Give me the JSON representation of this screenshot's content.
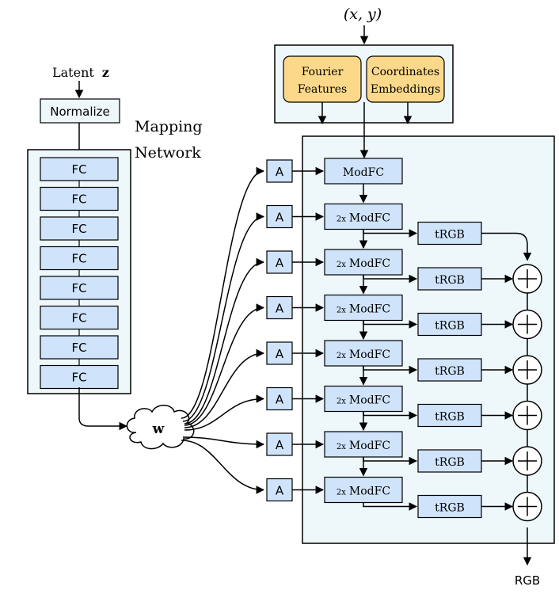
{
  "colors": {
    "panel_fill": "#eef7fa",
    "block_fill": "#cfe3fa",
    "feature_fill": "#fcd98a",
    "white": "#ffffff",
    "stroke": "#000000"
  },
  "input": {
    "coords_label": "(x, y)"
  },
  "features": {
    "fourier": [
      "Fourier",
      "Features"
    ],
    "coords": [
      "Coordinates",
      "Embeddings"
    ]
  },
  "latent": {
    "label": "Latent",
    "var": "z"
  },
  "normalize_label": "Normalize",
  "mapping": {
    "title": [
      "Mapping",
      "Network"
    ],
    "fc_labels": [
      "FC",
      "FC",
      "FC",
      "FC",
      "FC",
      "FC",
      "FC",
      "FC"
    ]
  },
  "w_label": "w",
  "generator": {
    "a_label": "A",
    "first_mod": "ModFC",
    "mod_prefix": "2x",
    "mod_label": "ModFC",
    "trgb_label": "tRGB",
    "num_2x_blocks": 7
  },
  "output_label": "RGB"
}
